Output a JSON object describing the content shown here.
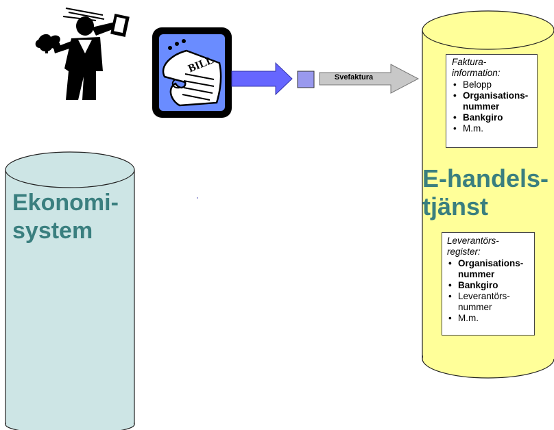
{
  "ekonomi": {
    "title": "Ekonomi-\nsystem"
  },
  "ehandel": {
    "title": "E-handels-\ntjänst"
  },
  "arrow": {
    "label": "Svefaktura"
  },
  "bill": {
    "text": "BILL"
  },
  "faktura": {
    "heading": "Faktura-\ninformation:",
    "items": [
      "Belopp",
      "Organisations-\nnummer",
      "Bankgiro",
      "M.m."
    ]
  },
  "leverantor": {
    "heading": "Leverantörs-\nregister:",
    "items": [
      "Organisations-\nnummer",
      "Bankgiro",
      "Leverantörs-\nnummer",
      "M.m."
    ]
  },
  "colors": {
    "ekonomi_fill": "#cde5e5",
    "ehandel_fill": "#ffff99",
    "title_color": "#3a7f7f",
    "blue_arrow": "#6666ff",
    "small_square": "#9999ee",
    "gray_arrow": "#c0c0c0"
  }
}
